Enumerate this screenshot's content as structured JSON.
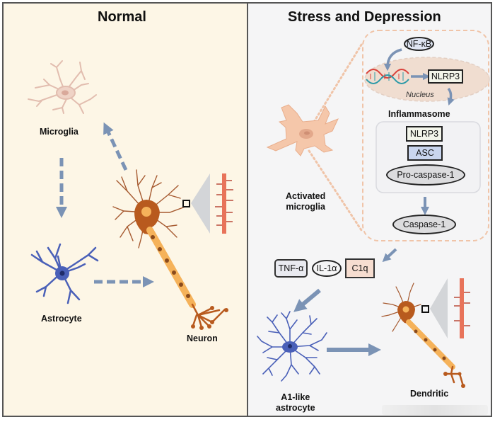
{
  "panels": {
    "normal": {
      "title": "Normal",
      "labels": {
        "microglia": "Microglia",
        "astrocyte": "Astrocyte",
        "neuron": "Neuron"
      }
    },
    "stress": {
      "title": "Stress and Depression",
      "labels": {
        "activated_microglia_line1": "Activated",
        "activated_microglia_line2": "microglia",
        "nucleus": "Nucleus",
        "inflammasome": "Inflammasome",
        "a1_astrocyte_line1": "A1-like",
        "a1_astrocyte_line2": "astrocyte",
        "dendritic": "Dendritic"
      },
      "molecules": {
        "nfkb": "NF-κB",
        "nlrp3_nucleus": "NLRP3",
        "nlrp3_complex": "NLRP3",
        "asc": "ASC",
        "pro_caspase": "Pro-caspase-1",
        "caspase": "Caspase-1",
        "tnf": "TNF-α",
        "il1": "IL-1α",
        "c1q": "C1q"
      }
    }
  },
  "colors": {
    "normal_bg": "#fdf6e6",
    "stress_bg": "#f5f5f6",
    "arrow": "#7b93b5",
    "microglia_resting": "#ecc9bb",
    "microglia_activated": "#f5c7aa",
    "astrocyte": "#4a60b8",
    "neuron_body": "#b85a1e",
    "axon": "#f5b25a",
    "dendrite_zoom": "#e8735a",
    "inflammasome_border": "#f0c4a8",
    "nucleus_fill": "#f0ddd0",
    "nfkb_fill": "#dfe5f2",
    "asc_fill": "#c9d5ee",
    "nlrp3_fill": "#f3f5ea",
    "c1q_fill": "#f6ddd0",
    "tnf_fill": "#e9eaf0"
  }
}
